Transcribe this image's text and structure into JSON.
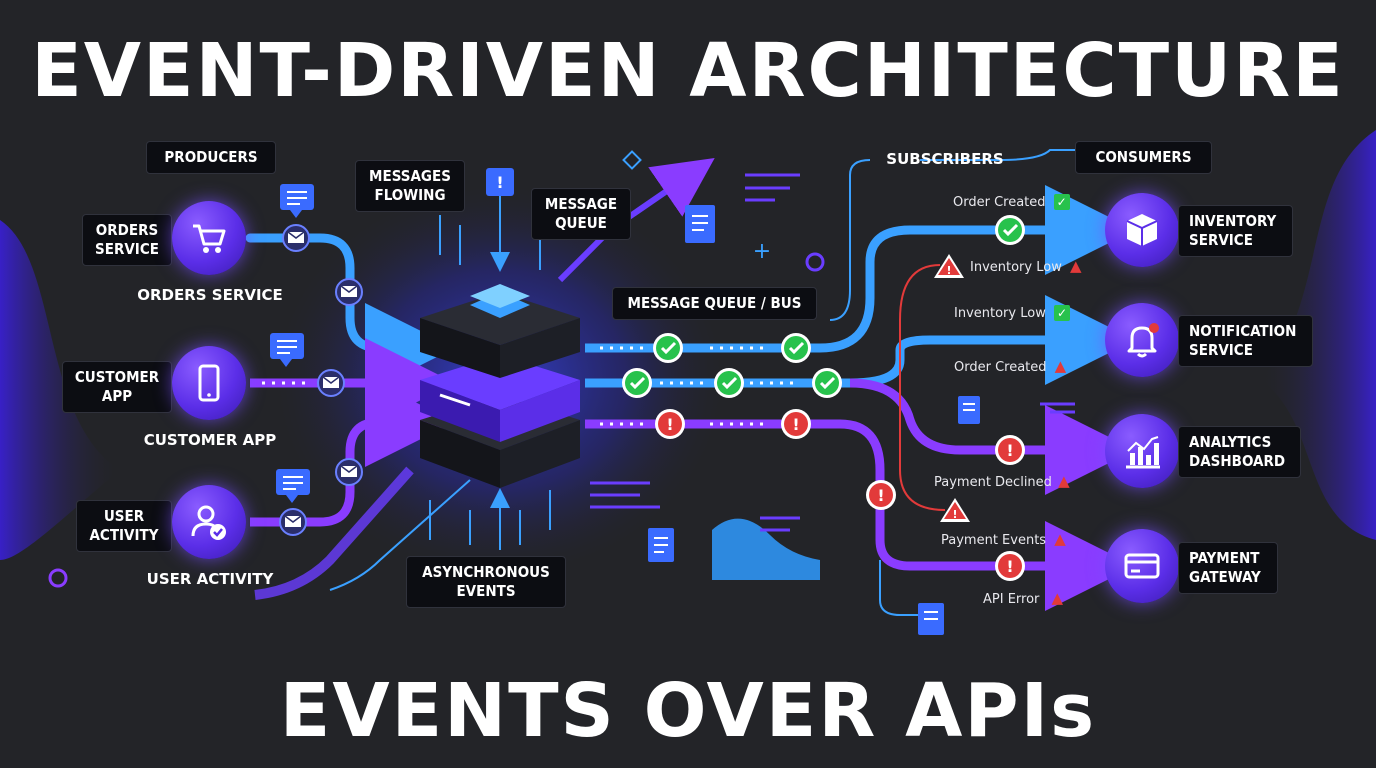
{
  "title": "EVENT-DRIVEN ARCHITECTURE",
  "subtitle": "EVENTS OVER APIs",
  "colors": {
    "background": "#232428",
    "blue_flow": "#3aa0ff",
    "purple_flow": "#8a3cff",
    "success": "#27c24c",
    "error": "#e23a3a",
    "accent": "#6a3dff"
  },
  "headers": {
    "producers": "PRODUCERS",
    "messages_flowing": "MESSAGES FLOWING",
    "message_queue": "MESSAGE QUEUE",
    "message_queue_bus": "MESSAGE QUEUE / BUS",
    "subscribers": "SUBSCRIBERS",
    "consumers": "CONSUMERS",
    "asynchronous_events": "ASYNCHRONOUS EVENTS"
  },
  "producers": [
    {
      "box_label": "ORDERS SERVICE",
      "caption": "ORDERS SERVICE",
      "icon": "shopping-cart-icon"
    },
    {
      "box_label": "CUSTOMER APP",
      "caption": "CUSTOMER APP",
      "icon": "smartphone-icon"
    },
    {
      "box_label": "USER ACTIVITY",
      "caption": "USER ACTIVITY",
      "icon": "user-check-icon"
    }
  ],
  "consumers": [
    {
      "label": "INVENTORY SERVICE",
      "icon": "package-box-icon"
    },
    {
      "label": "NOTIFICATION SERVICE",
      "icon": "bell-icon"
    },
    {
      "label": "ANALYTICS DASHBOARD",
      "icon": "bar-chart-icon"
    },
    {
      "label": "PAYMENT GATEWAY",
      "icon": "credit-card-icon"
    }
  ],
  "events": [
    {
      "text": "Order Created",
      "status": "success"
    },
    {
      "text": "Inventory Low",
      "status": "error"
    },
    {
      "text": "Inventory Low",
      "status": "success"
    },
    {
      "text": "Order Created",
      "status": "error"
    },
    {
      "text": "Payment Declined",
      "status": "error"
    },
    {
      "text": "Payment Events",
      "status": "error"
    },
    {
      "text": "API Error",
      "status": "error"
    }
  ]
}
